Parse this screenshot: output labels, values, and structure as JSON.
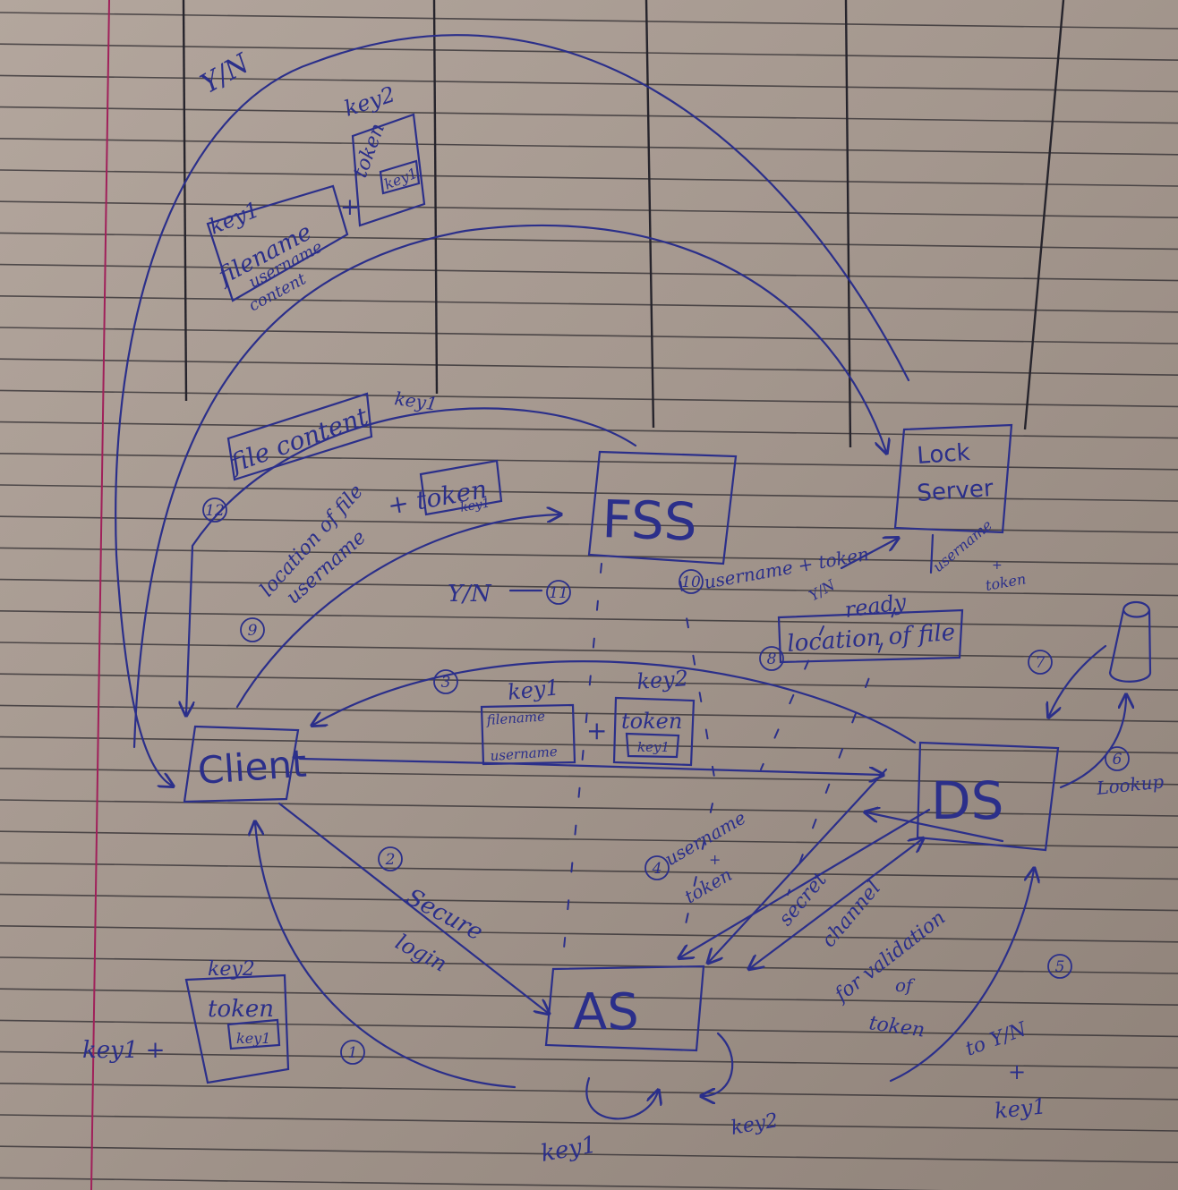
{
  "colors": {
    "paper": "#aa9d94",
    "ruling": "#2d2a2e",
    "margin": "#a0205a",
    "ink": "#2b2f8a"
  },
  "nodes": {
    "client": "Client",
    "as": "AS",
    "fss": "FSS",
    "ds": "DS",
    "lock_server": [
      "Lock",
      "Server"
    ]
  },
  "labels": {
    "yn_top": "Y/N",
    "key2_top": "key2",
    "key1_top": "key1",
    "filename_box": [
      "filename",
      "username",
      "content"
    ],
    "plus_top": "+",
    "token_top": "token",
    "token_inner_top": "key1",
    "key_fss": "key1",
    "file_content": "file content",
    "num_12": "12",
    "location_file": [
      "location of file",
      "username"
    ],
    "plus_token_fss": "+ token",
    "token_key1_fss": "key1",
    "num_9": "9",
    "yn_11": "Y/N",
    "num_11": "11",
    "num_10": "10",
    "username_token_10": "username + token",
    "yn_ready": "Y/N",
    "ready": "ready",
    "username_token_ls": [
      "username",
      "+",
      "token"
    ],
    "num_8": "8",
    "location_file_8": "location of file",
    "num_7": "7",
    "num_3": "3",
    "key1_mid": "key1",
    "key2_mid": "key2",
    "filename_mid": [
      "filename",
      "username"
    ],
    "plus_mid": "+",
    "token_mid": "token",
    "token_inner_mid": "key1",
    "num_6": "6",
    "lookup": "Lookup",
    "num_2": "2",
    "secure_login": [
      "Secure",
      "login"
    ],
    "num_4": "4",
    "username_token_4": [
      "username",
      "+",
      "token"
    ],
    "secret_channel": [
      "secret",
      "channel",
      "for validation",
      "of",
      "token"
    ],
    "num_5": "5",
    "key2_bl": "key2",
    "token_bl": "token",
    "token_inner_bl": "key1",
    "key1_plus_bl": "key1 +",
    "num_1": "1",
    "key1_bottom": "key1",
    "key2_bottom": "key2",
    "yn_bottom": "to Y/N",
    "plus_bottom": "+",
    "key1_br": "key1"
  }
}
